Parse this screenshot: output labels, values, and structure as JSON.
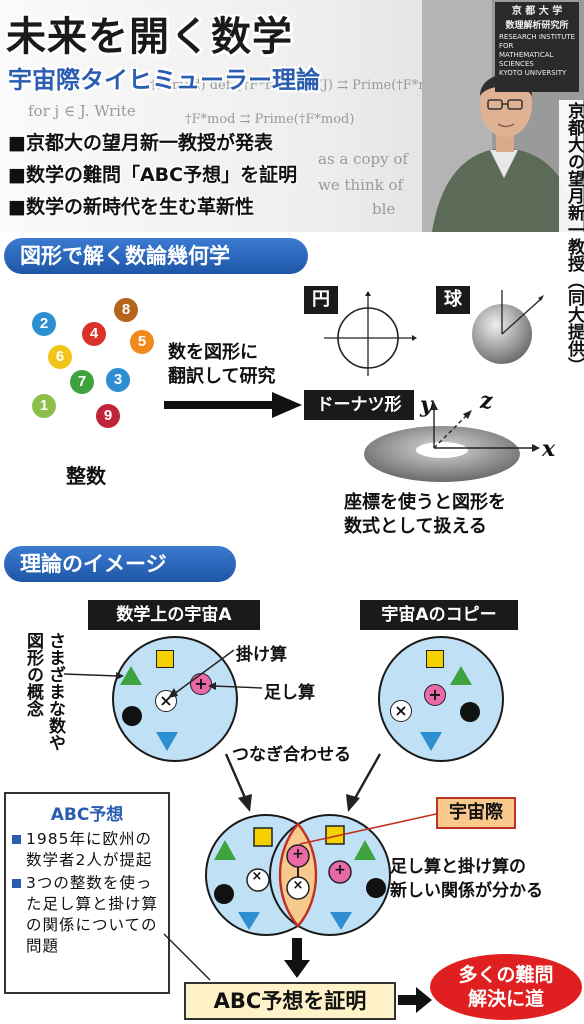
{
  "header": {
    "title": "未来を開く数学",
    "subtitle": "宇宙際タイヒミューラー理論",
    "bullets": [
      "■京都大の望月新一教授が発表",
      "■数学の難問「ABC予想」を証明",
      "■数学の新時代を生む革新性"
    ],
    "photo_caption": "京都大の望月新一教授（同大提供）",
    "sign_text": {
      "line1": "京 都 大 学",
      "line2": "数理解析研究所",
      "line3": "RESEARCH INSTITUTE",
      "line4": "FOR",
      "line5": "MATHEMATICAL SCIENCES",
      "line6": "KYOTO UNIVERSITY"
    },
    "background_formulas": [
      "for j ∈ J. Write",
      "†F*mod) def {†F*mod, †V(J) ⇉ Prime(†F*mod)}",
      "†F*mod ⇉ Prime(†F*mod)",
      "as a copy of",
      "we think of",
      "ble"
    ]
  },
  "section1": {
    "banner": "図形で解く数論幾何学",
    "numbers": [
      {
        "value": "2",
        "color": "#2d8fd1"
      },
      {
        "value": "4",
        "color": "#d9322b"
      },
      {
        "value": "8",
        "color": "#b5651d"
      },
      {
        "value": "5",
        "color": "#f08a1c"
      },
      {
        "value": "6",
        "color": "#f0c419"
      },
      {
        "value": "7",
        "color": "#3ea33c"
      },
      {
        "value": "3",
        "color": "#2d8fd1"
      },
      {
        "value": "1",
        "color": "#8cbf4a"
      },
      {
        "value": "9",
        "color": "#c02438"
      }
    ],
    "integers_label": "整数",
    "translate_label_line1": "数を図形に",
    "translate_label_line2": "翻訳して研究",
    "circle_label": "円",
    "sphere_label": "球",
    "donut_label": "ドーナツ形",
    "axis_x": "x",
    "axis_y": "y",
    "axis_z": "z",
    "coordinate_note_line1": "座標を使うと図形を",
    "coordinate_note_line2": "数式として扱える"
  },
  "section2": {
    "banner": "理論のイメージ",
    "universe_a": "数学上の宇宙A",
    "universe_a_copy": "宇宙Aのコピー",
    "vertical_label": "さまざまな数や図形の概念",
    "multiply_label": "掛け算",
    "add_label": "足し算",
    "connect_label": "つなぎ合わせる",
    "iut_label": "宇宙際",
    "relation_line1": "足し算と掛け算の",
    "relation_line2": "新しい関係が分かる",
    "plus_symbol": "+",
    "times_symbol": "×",
    "abc_box": {
      "title": "ABC予想",
      "items": [
        "1985年に欧州の数学者2人が提起",
        "3つの整数を使った足し算と掛け算の関係についての問題"
      ]
    },
    "proof_label": "ABC予想を証明",
    "result_line1": "多くの難問",
    "result_line2": "解決に道"
  },
  "colors": {
    "banner_blue": "#1e56a7",
    "subtitle_blue": "#2a5db0",
    "universe_fill": "#bfe0f5",
    "iut_fill": "#f8c98d",
    "iut_border": "#c03020",
    "result_red": "#e02020",
    "proof_fill": "#fff2c9"
  }
}
